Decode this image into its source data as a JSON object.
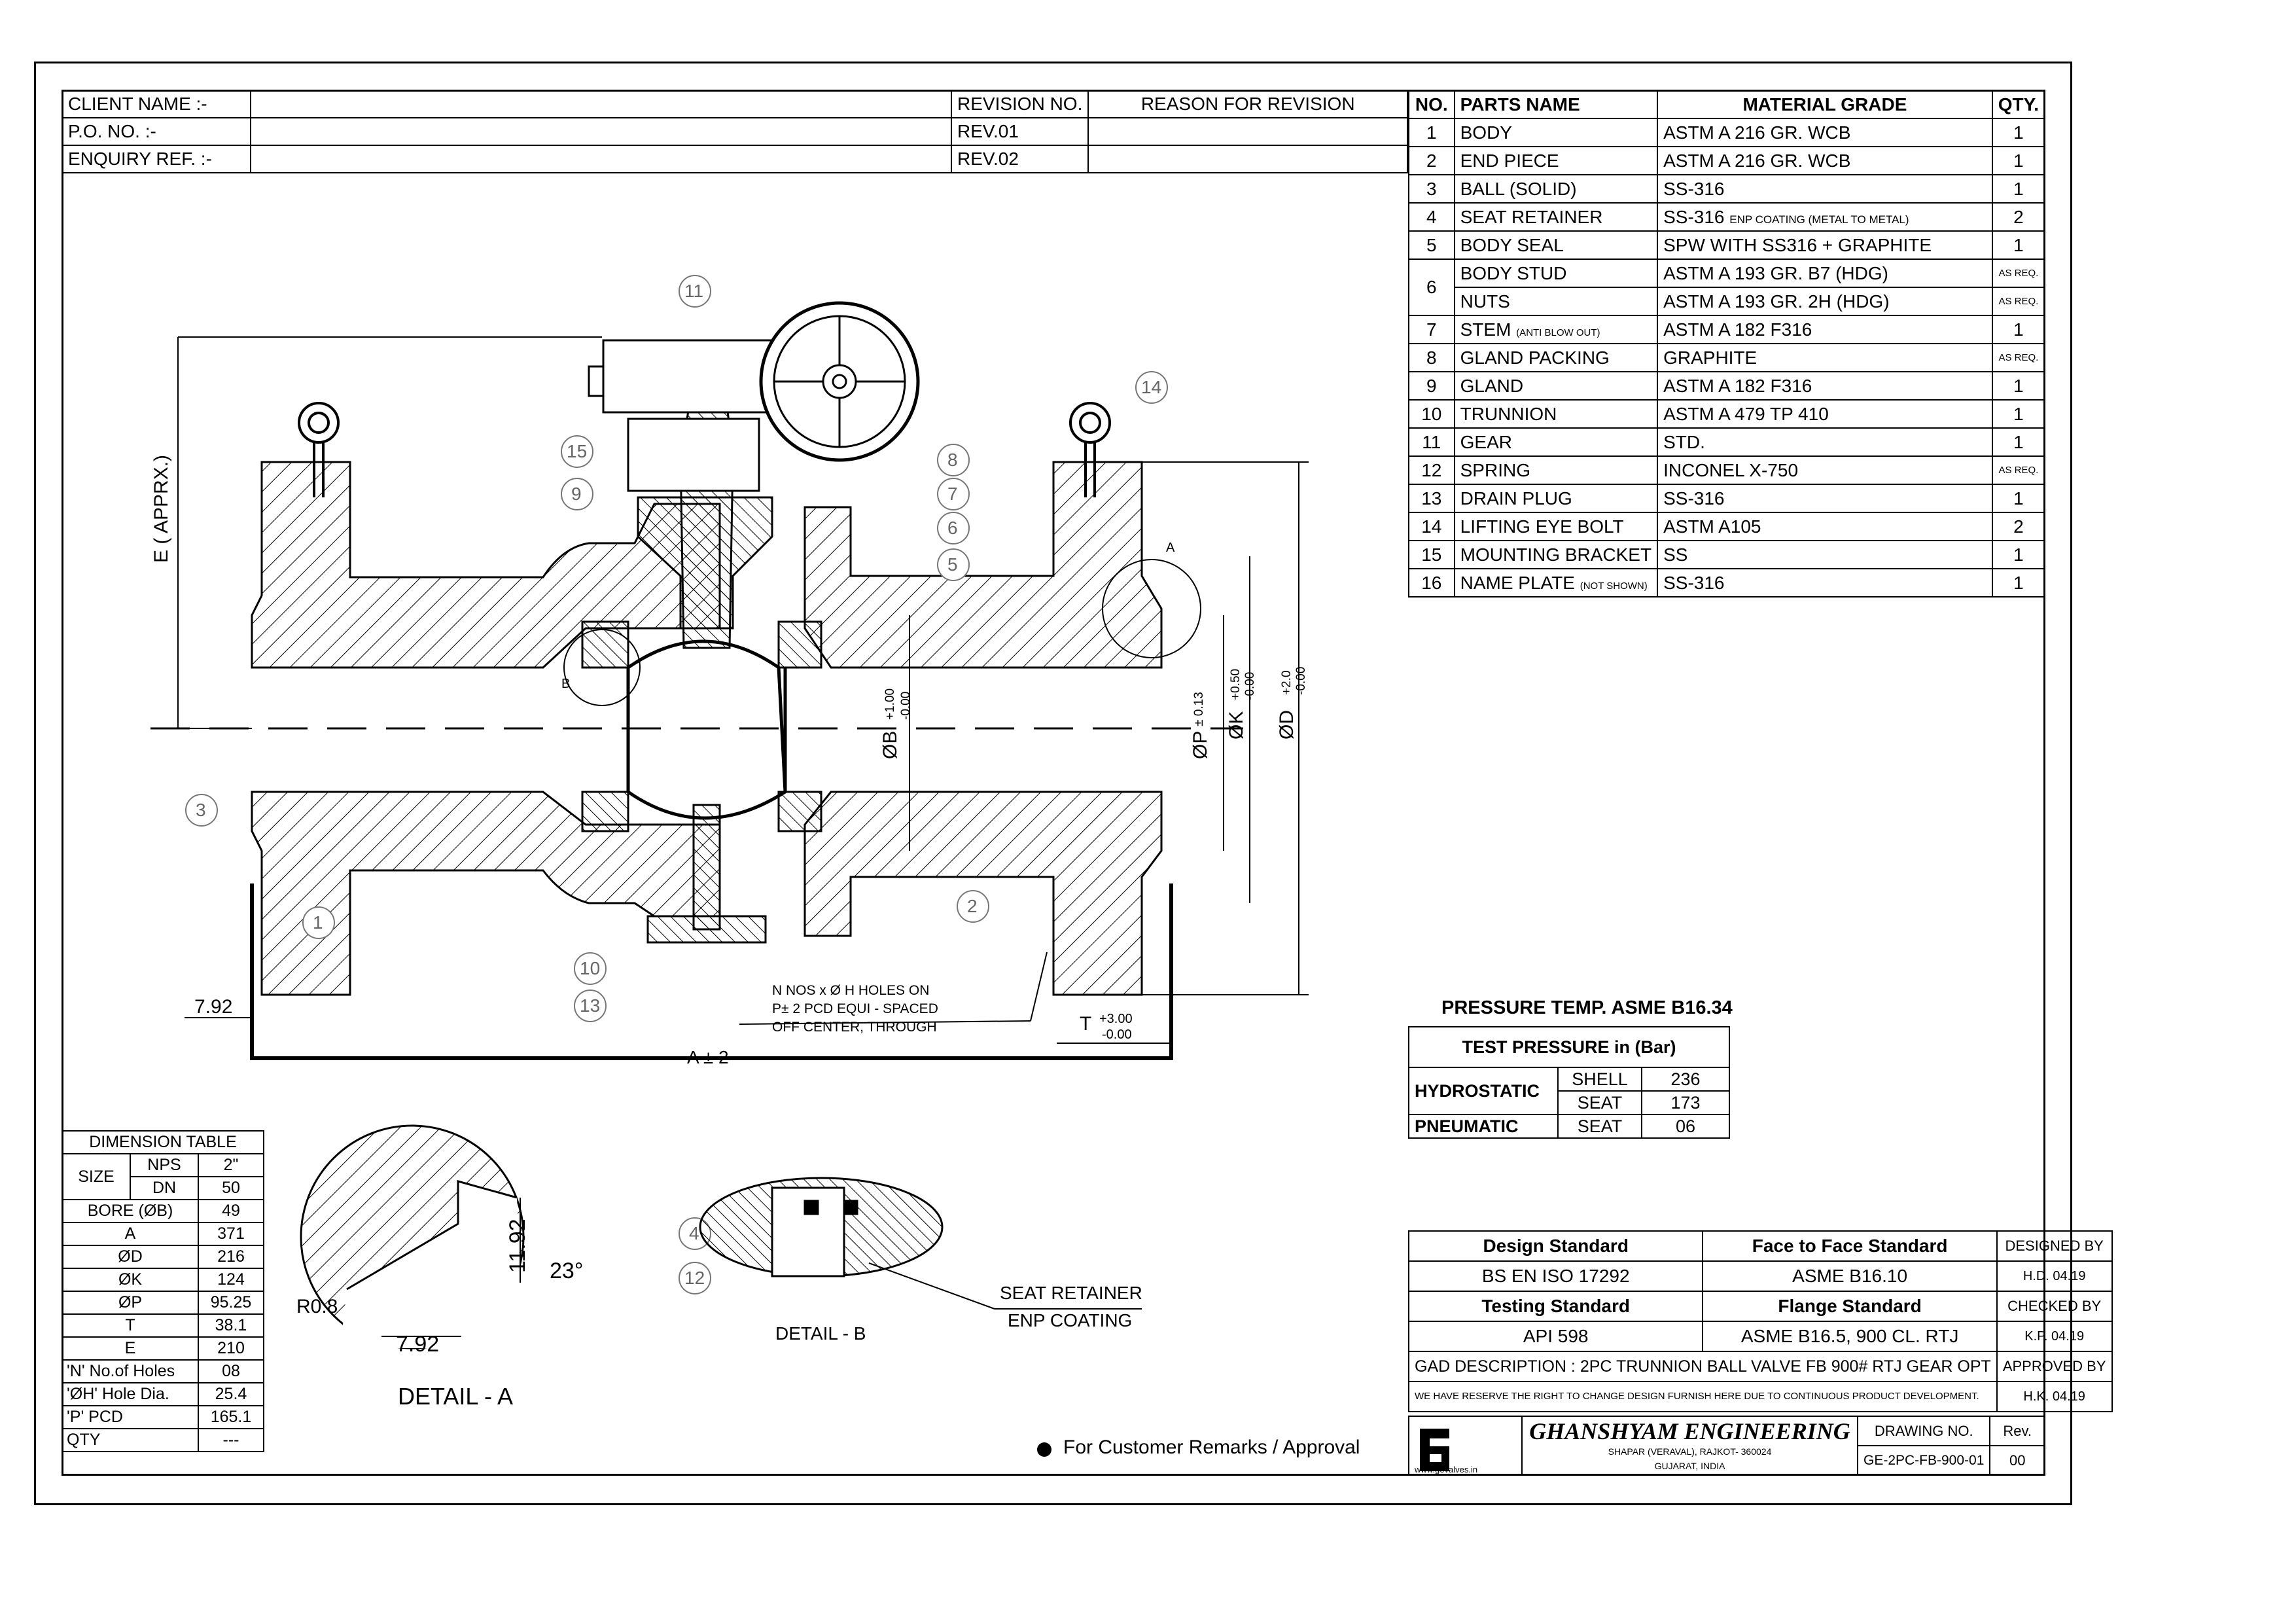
{
  "header": {
    "client_label": "CLIENT NAME :-",
    "po_label": "P.O. NO. :-",
    "enquiry_label": "ENQUIRY REF. :-",
    "revision_label": "REVISION NO.",
    "reason_label": "REASON FOR REVISION",
    "rev1": "REV.01",
    "rev2": "REV.02"
  },
  "parts": {
    "col_no": "NO.",
    "col_name": "PARTS NAME",
    "col_material": "MATERIAL GRADE",
    "col_qty": "QTY.",
    "rows": [
      {
        "no": "1",
        "name": "BODY",
        "name_note": "",
        "material": "ASTM A 216 GR. WCB",
        "material_note": "",
        "qty": "1"
      },
      {
        "no": "2",
        "name": "END PIECE",
        "name_note": "",
        "material": "ASTM A 216 GR. WCB",
        "material_note": "",
        "qty": "1"
      },
      {
        "no": "3",
        "name": "BALL (SOLID)",
        "name_note": "",
        "material": "SS-316",
        "material_note": "",
        "qty": "1"
      },
      {
        "no": "4",
        "name": "SEAT RETAINER",
        "name_note": "",
        "material": "SS-316",
        "material_note": "ENP COATING (METAL TO METAL)",
        "qty": "2"
      },
      {
        "no": "5",
        "name": "BODY SEAL",
        "name_note": "",
        "material": "SPW WITH SS316 + GRAPHITE",
        "material_note": "",
        "qty": "1"
      },
      {
        "no": "6",
        "name": "BODY STUD",
        "name_note": "",
        "material": "ASTM A 193 GR. B7 (HDG)",
        "material_note": "",
        "qty": "AS REQ."
      },
      {
        "no": "",
        "name": "NUTS",
        "name_note": "",
        "material": "ASTM A 193 GR. 2H (HDG)",
        "material_note": "",
        "qty": "AS REQ."
      },
      {
        "no": "7",
        "name": "STEM",
        "name_note": "(ANTI BLOW OUT)",
        "material": "ASTM A 182 F316",
        "material_note": "",
        "qty": "1"
      },
      {
        "no": "8",
        "name": "GLAND PACKING",
        "name_note": "",
        "material": "GRAPHITE",
        "material_note": "",
        "qty": "AS REQ."
      },
      {
        "no": "9",
        "name": "GLAND",
        "name_note": "",
        "material": "ASTM A 182 F316",
        "material_note": "",
        "qty": "1"
      },
      {
        "no": "10",
        "name": "TRUNNION",
        "name_note": "",
        "material": "ASTM A 479 TP 410",
        "material_note": "",
        "qty": "1"
      },
      {
        "no": "11",
        "name": "GEAR",
        "name_note": "",
        "material": "STD.",
        "material_note": "",
        "qty": "1"
      },
      {
        "no": "12",
        "name": "SPRING",
        "name_note": "",
        "material": "INCONEL X-750",
        "material_note": "",
        "qty": "AS REQ."
      },
      {
        "no": "13",
        "name": "DRAIN PLUG",
        "name_note": "",
        "material": "SS-316",
        "material_note": "",
        "qty": "1"
      },
      {
        "no": "14",
        "name": "LIFTING EYE BOLT",
        "name_note": "",
        "material": "ASTM A105",
        "material_note": "",
        "qty": "2"
      },
      {
        "no": "15",
        "name": "MOUNTING BRACKET",
        "name_note": "",
        "material": "SS",
        "material_note": "",
        "qty": "1"
      },
      {
        "no": "16",
        "name": "NAME PLATE",
        "name_note": "(NOT SHOWN)",
        "material": "SS-316",
        "material_note": "",
        "qty": "1"
      }
    ]
  },
  "pressure": {
    "title": "PRESSURE TEMP.  ASME B16.34",
    "test_title": "TEST PRESSURE in (Bar)",
    "hydro": "HYDROSTATIC",
    "pneu": "PNEUMATIC",
    "shell": "SHELL",
    "seat": "SEAT",
    "hydro_shell": "236",
    "hydro_seat": "173",
    "pneu_seat": "06"
  },
  "dimension_table": {
    "title": "DIMENSION TABLE",
    "size": "SIZE",
    "nps": "NPS",
    "nps_val": "2\"",
    "dn": "DN",
    "dn_val": "50",
    "rows": [
      {
        "label": "BORE (ØB)",
        "value": "49"
      },
      {
        "label": "A",
        "value": "371"
      },
      {
        "label": "ØD",
        "value": "216"
      },
      {
        "label": "ØK",
        "value": "124"
      },
      {
        "label": "ØP",
        "value": "95.25"
      },
      {
        "label": "T",
        "value": "38.1"
      },
      {
        "label": "E",
        "value": "210"
      },
      {
        "label": "'N' No.of Holes",
        "value": "08"
      },
      {
        "label": "'ØH' Hole Dia.",
        "value": "25.4"
      },
      {
        "label": "'P' PCD",
        "value": "165.1"
      },
      {
        "label": "QTY",
        "value": "---"
      }
    ]
  },
  "standards": {
    "design_label": "Design Standard",
    "design_val": "BS EN ISO 17292",
    "f2f_label": "Face to Face Standard",
    "f2f_val": "ASME B16.10",
    "testing_label": "Testing Standard",
    "testing_val": "API 598",
    "flange_label": "Flange Standard",
    "flange_val": "ASME B16.5, 900 CL. RTJ",
    "designed_by": "DESIGNED BY",
    "designed_init": "H.D.",
    "designed_date": "04.19",
    "checked_by": "CHECKED BY",
    "checked_init": "K.P.",
    "checked_date": "04.19",
    "approved_by": "APPROVED BY",
    "approved_init": "H.K.",
    "approved_date": "04.19",
    "gad_label": "GAD DESCRIPTION :",
    "gad_val": "2PC TRUNNION BALL VALVE FB 900# RTJ GEAR OPT",
    "reserve": "WE HAVE RESERVE THE RIGHT TO CHANGE DESIGN FURNISH HERE DUE TO CONTINUOUS PRODUCT DEVELOPMENT.",
    "company": "GHANSHYAM ENGINEERING",
    "address1": "SHAPAR (VERAVAL), RAJKOT- 360024",
    "address2": "GUJARAT, INDIA",
    "website": "www.gevalves.in",
    "drawing_label": "DRAWING NO.",
    "drawing_val": "GE-2PC-FB-900-01",
    "rev_label": "Rev.",
    "rev_val": "00"
  },
  "drawing": {
    "e_label": "E ( APPRX.)",
    "a_label": "A ± 2",
    "left_dim": "7.92",
    "t_label": "T",
    "t_tol_up": "+3.00",
    "t_tol_dn": "-0.00",
    "ob_label": "ØB",
    "ob_tol_up": "+1.00",
    "ob_tol_dn": "-0.00",
    "op_label": "ØP",
    "op_tol": "± 0.13",
    "ok_label": "ØK",
    "ok_tol_up": "+0.50",
    "ok_tol_dn": "-0.00",
    "od_label": "ØD",
    "od_tol_up": "+2.0",
    "od_tol_dn": "-0.00",
    "holes_note1": "N NOS x Ø H HOLES ON",
    "holes_note2": "P± 2 PCD EQUI - SPACED",
    "holes_note3": "OFF CENTER, THROUGH",
    "mark_a": "A",
    "mark_b": "B",
    "balloons": [
      "1",
      "2",
      "3",
      "4",
      "5",
      "6",
      "7",
      "8",
      "9",
      "10",
      "11",
      "12",
      "13",
      "14",
      "15"
    ],
    "detail_a": "DETAIL - A",
    "detail_b": "DETAIL - B",
    "detail_a_r": "R0.8",
    "detail_a_dim1": "7.92",
    "detail_a_dim2": "11.92",
    "detail_a_angle": "23°",
    "seat_retainer1": "SEAT RETAINER",
    "seat_retainer2": "ENP COATING",
    "remarks": "For Customer Remarks / Approval"
  }
}
